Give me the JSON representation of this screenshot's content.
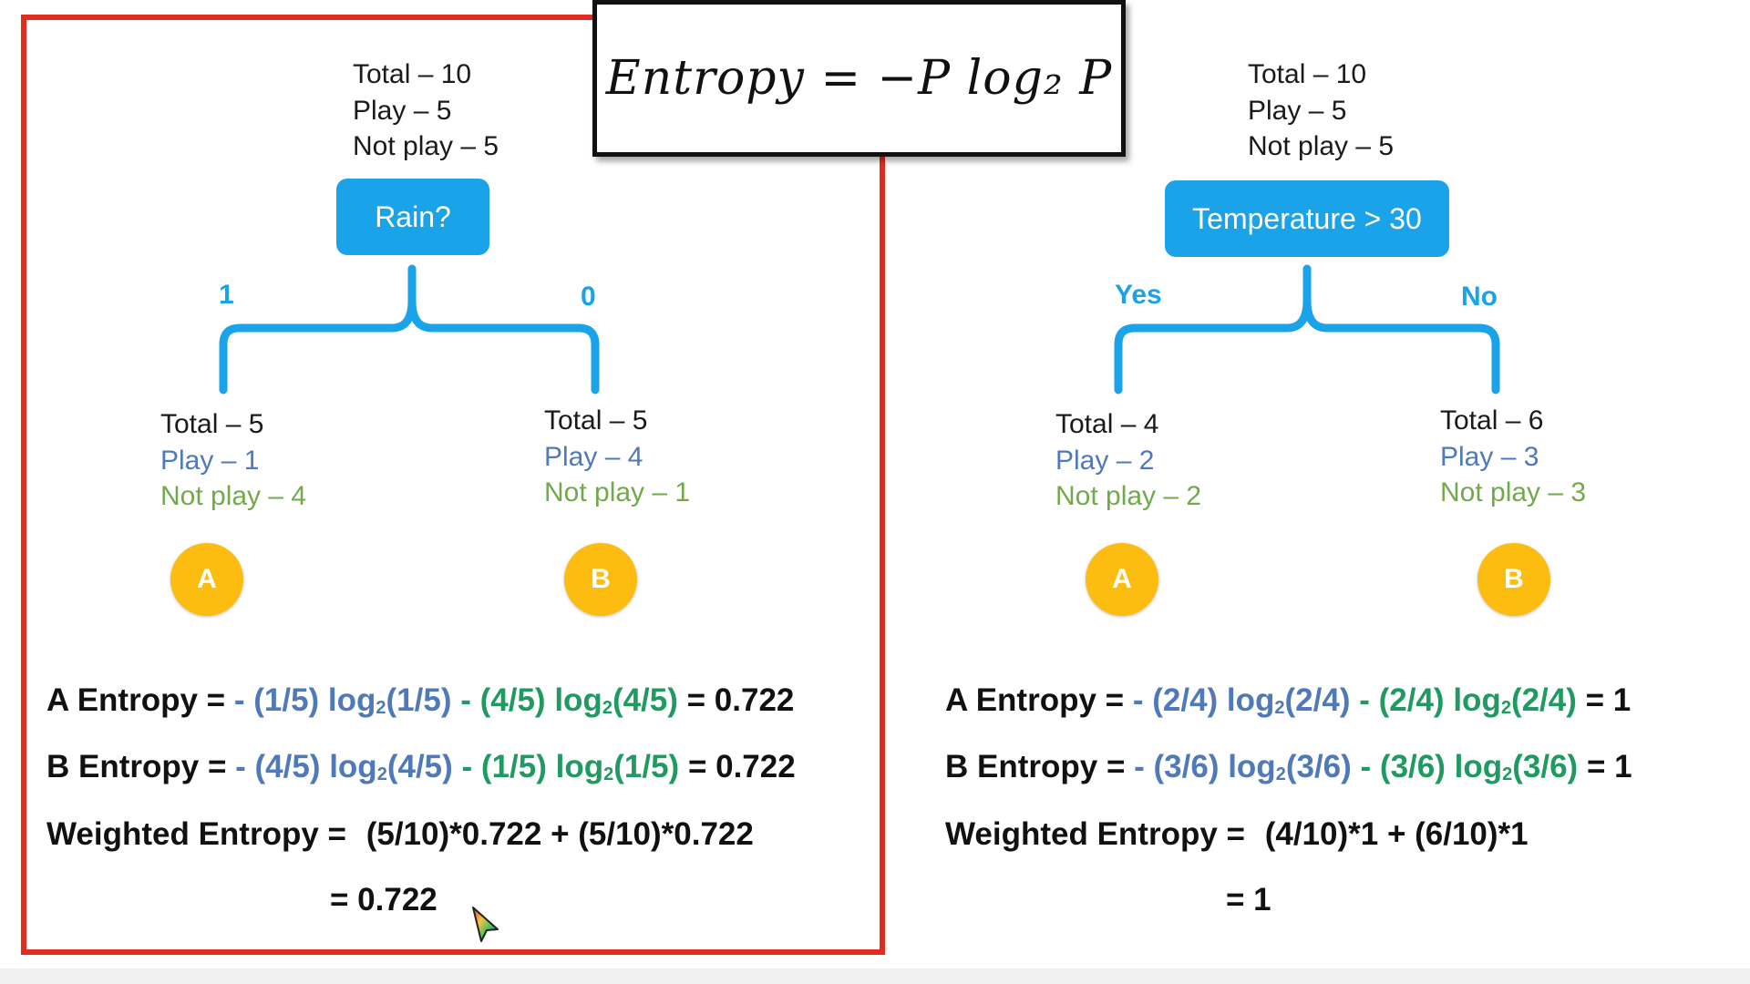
{
  "entropy_formula": "Entropy = −P log₂ P",
  "left": {
    "root": {
      "total": "Total – 10",
      "play": "Play – 5",
      "not_play": "Not play – 5"
    },
    "node_label": "Rain?",
    "branch_left_label": "1",
    "branch_right_label": "0",
    "leaf_a": {
      "total": "Total – 5",
      "play": "Play – 1",
      "not_play": "Not play – 4"
    },
    "leaf_b": {
      "total": "Total – 5",
      "play": "Play – 4",
      "not_play": "Not play – 1"
    },
    "circle_a": "A",
    "circle_b": "B",
    "a_entropy": {
      "prefix": "A Entropy =",
      "neg": "-",
      "t1a": "(1/5) log",
      "t1b": "(1/5)",
      "sep": "-",
      "t2a": "(4/5) log",
      "t2b": "(4/5)",
      "result": "= 0.722"
    },
    "b_entropy": {
      "prefix": "B Entropy =",
      "neg": "-",
      "t1a": "(4/5) log",
      "t1b": "(4/5)",
      "sep": "-",
      "t2a": "(1/5) log",
      "t2b": "(1/5)",
      "result": "= 0.722"
    },
    "weighted": {
      "prefix": "Weighted Entropy =",
      "expr": "(5/10)*0.722 + (5/10)*0.722",
      "result": "= 0.722"
    }
  },
  "right": {
    "root": {
      "total": "Total – 10",
      "play": "Play – 5",
      "not_play": "Not play – 5"
    },
    "node_label": "Temperature > 30",
    "branch_left_label": "Yes",
    "branch_right_label": "No",
    "leaf_a": {
      "total": "Total – 4",
      "play": "Play – 2",
      "not_play": "Not play – 2"
    },
    "leaf_b": {
      "total": "Total – 6",
      "play": "Play – 3",
      "not_play": "Not play – 3"
    },
    "circle_a": "A",
    "circle_b": "B",
    "a_entropy": {
      "prefix": "A Entropy =",
      "neg": "-",
      "t1a": "(2/4) log",
      "t1b": "(2/4)",
      "sep": "-",
      "t2a": "(2/4) log",
      "t2b": "(2/4)",
      "result": "= 1"
    },
    "b_entropy": {
      "prefix": "B Entropy =",
      "neg": "-",
      "t1a": "(3/6) log",
      "t1b": "(3/6)",
      "sep": "-",
      "t2a": "(3/6) log",
      "t2b": "(3/6)",
      "result": "= 1"
    },
    "weighted": {
      "prefix": "Weighted Entropy =",
      "expr": "(4/10)*1 + (6/10)*1",
      "result": "= 1"
    }
  },
  "log_base": "2",
  "colors": {
    "node_blue": "#1aa3e8",
    "play_blue": "#4f79b8",
    "not_play_green": "#72a94a",
    "formula_green": "#1f9a60",
    "circle_gold": "#fdbd10",
    "frame_red": "#e32b20"
  }
}
